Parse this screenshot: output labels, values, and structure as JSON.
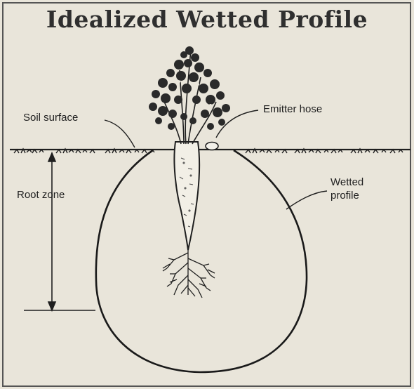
{
  "diagram": {
    "title": "Idealized Wetted Profile",
    "labels": {
      "soil_surface": "Soil surface",
      "emitter_hose": "Emitter hose",
      "root_zone": "Root zone",
      "wetted_profile_line1": "Wetted",
      "wetted_profile_line2": "profile"
    }
  },
  "colors": {
    "background": "#e9e5da",
    "ink": "#1f1f1f",
    "title": "#2f2f2f"
  }
}
